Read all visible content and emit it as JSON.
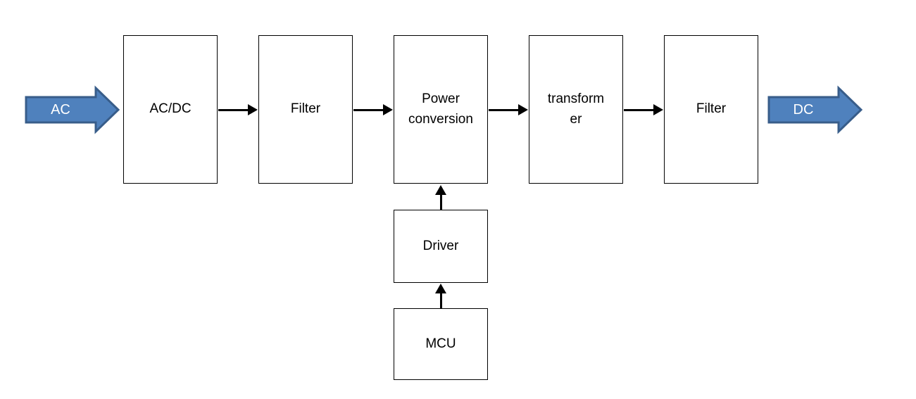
{
  "diagram": {
    "input_arrow": {
      "label": "AC"
    },
    "output_arrow": {
      "label": "DC"
    },
    "nodes": {
      "ac_dc": {
        "label": "AC/DC"
      },
      "filter_input": {
        "label": "Filter"
      },
      "power_conversion": {
        "label": "Power\nconversion"
      },
      "transformer": {
        "label": "transform\ner"
      },
      "filter_output": {
        "label": "Filter"
      },
      "driver": {
        "label": "Driver"
      },
      "mcu": {
        "label": "MCU"
      }
    },
    "colors": {
      "background": "#ffffff",
      "block_arrow_fill": "#4f81bd",
      "block_arrow_border": "#385d8a",
      "block_arrow_text": "#ffffff",
      "connector": "#000000",
      "node_border": "#000000",
      "node_fill": "#ffffff",
      "node_text": "#000000"
    }
  }
}
